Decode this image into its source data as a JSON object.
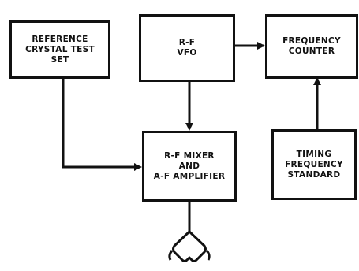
{
  "blocks": {
    "reference": {
      "lines": [
        "REFERENCE",
        "CRYSTAL TEST",
        "SET"
      ]
    },
    "vfo": {
      "lines": [
        "R-F",
        "VFO"
      ]
    },
    "counter": {
      "lines": [
        "FREQUENCY",
        "COUNTER"
      ]
    },
    "mixer": {
      "lines": [
        "R-F MIXER",
        "AND",
        "A-F AMPLIFIER"
      ]
    },
    "timing": {
      "lines": [
        "TIMING",
        "FREQUENCY",
        "STANDARD"
      ]
    }
  },
  "colors": {
    "ink": "#111111",
    "paper": "#ffffff"
  },
  "icons": {
    "output": "headphones-icon"
  }
}
